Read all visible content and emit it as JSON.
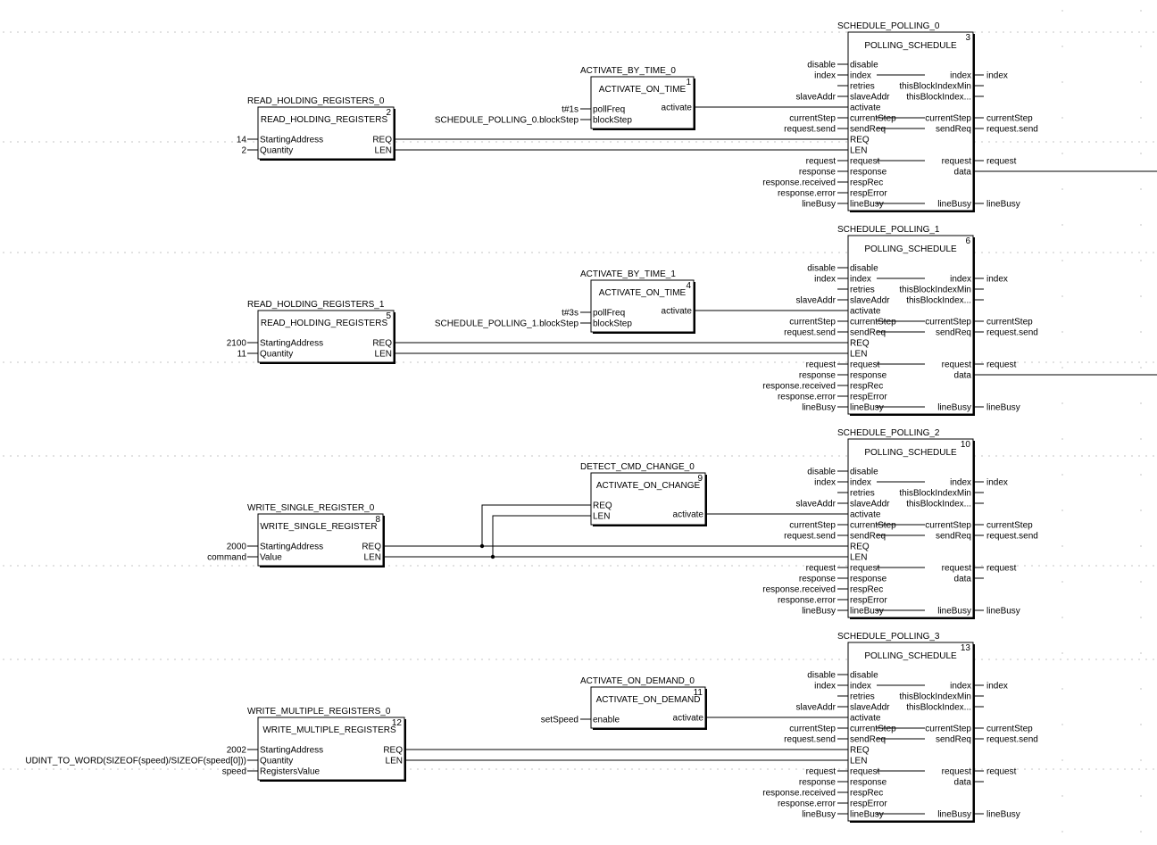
{
  "polling_groups": [
    {
      "poll_block": {
        "instance": "SCHEDULE_POLLING_0",
        "type": "POLLING_SCHEDULE",
        "number": "3",
        "in_ports": [
          "disable",
          "index",
          "retries",
          "slaveAddr",
          "activate",
          "currentStep",
          "sendReq",
          "REQ",
          "LEN",
          "request",
          "response",
          "respRec",
          "respError",
          "lineBusy"
        ],
        "out_ports": [
          "index",
          "thisBlockIndexMin",
          "thisBlockIndex...",
          "currentStep",
          "sendReq",
          "request",
          "data",
          "lineBusy"
        ],
        "in_signals": [
          "disable",
          "index",
          "",
          "slaveAddr",
          "",
          "currentStep",
          "request.send",
          "",
          "",
          "request",
          "response",
          "response.received",
          "response.error",
          "lineBusy"
        ],
        "out_signals": [
          "index",
          "",
          "",
          "currentStep",
          "request.send",
          "request",
          "",
          "lineBusy"
        ]
      },
      "trigger_block": {
        "instance": "ACTIVATE_BY_TIME_0",
        "type": "ACTIVATE_ON_TIME",
        "number": "1",
        "in_ports": [
          "pollFreq",
          "blockStep"
        ],
        "out_port": "activate",
        "in_signals": [
          "t#1s",
          "SCHEDULE_POLLING_0.blockStep"
        ]
      },
      "modbus_block": {
        "instance": "READ_HOLDING_REGISTERS_0",
        "type": "READ_HOLDING_REGISTERS",
        "number": "2",
        "in_ports": [
          "StartingAddress",
          "Quantity"
        ],
        "out_ports": [
          "REQ",
          "LEN"
        ],
        "in_signals": [
          "14",
          "2"
        ]
      }
    },
    {
      "poll_block": {
        "instance": "SCHEDULE_POLLING_1",
        "type": "POLLING_SCHEDULE",
        "number": "6",
        "in_ports": [
          "disable",
          "index",
          "retries",
          "slaveAddr",
          "activate",
          "currentStep",
          "sendReq",
          "REQ",
          "LEN",
          "request",
          "response",
          "respRec",
          "respError",
          "lineBusy"
        ],
        "out_ports": [
          "index",
          "thisBlockIndexMin",
          "thisBlockIndex...",
          "currentStep",
          "sendReq",
          "request",
          "data",
          "lineBusy"
        ],
        "in_signals": [
          "disable",
          "index",
          "",
          "slaveAddr",
          "",
          "currentStep",
          "request.send",
          "",
          "",
          "request",
          "response",
          "response.received",
          "response.error",
          "lineBusy"
        ],
        "out_signals": [
          "index",
          "",
          "",
          "currentStep",
          "request.send",
          "request",
          "",
          "lineBusy"
        ]
      },
      "trigger_block": {
        "instance": "ACTIVATE_BY_TIME_1",
        "type": "ACTIVATE_ON_TIME",
        "number": "4",
        "in_ports": [
          "pollFreq",
          "blockStep"
        ],
        "out_port": "activate",
        "in_signals": [
          "t#3s",
          "SCHEDULE_POLLING_1.blockStep"
        ]
      },
      "modbus_block": {
        "instance": "READ_HOLDING_REGISTERS_1",
        "type": "READ_HOLDING_REGISTERS",
        "number": "5",
        "in_ports": [
          "StartingAddress",
          "Quantity"
        ],
        "out_ports": [
          "REQ",
          "LEN"
        ],
        "in_signals": [
          "2100",
          "11"
        ]
      }
    },
    {
      "poll_block": {
        "instance": "SCHEDULE_POLLING_2",
        "type": "POLLING_SCHEDULE",
        "number": "10",
        "in_ports": [
          "disable",
          "index",
          "retries",
          "slaveAddr",
          "activate",
          "currentStep",
          "sendReq",
          "REQ",
          "LEN",
          "request",
          "response",
          "respRec",
          "respError",
          "lineBusy"
        ],
        "out_ports": [
          "index",
          "thisBlockIndexMin",
          "thisBlockIndex...",
          "currentStep",
          "sendReq",
          "request",
          "data",
          "lineBusy"
        ],
        "in_signals": [
          "disable",
          "index",
          "",
          "slaveAddr",
          "",
          "currentStep",
          "request.send",
          "",
          "",
          "request",
          "response",
          "response.received",
          "response.error",
          "lineBusy"
        ],
        "out_signals": [
          "index",
          "",
          "",
          "currentStep",
          "request.send",
          "request",
          "",
          "lineBusy"
        ]
      },
      "trigger_block": {
        "instance": "DETECT_CMD_CHANGE_0",
        "type": "ACTIVATE_ON_CHANGE",
        "number": "9",
        "in_ports": [
          "REQ",
          "LEN"
        ],
        "out_port": "activate",
        "in_signals": [
          "",
          ""
        ]
      },
      "modbus_block": {
        "instance": "WRITE_SINGLE_REGISTER_0",
        "type": "WRITE_SINGLE_REGISTER",
        "number": "8",
        "in_ports": [
          "StartingAddress",
          "Value"
        ],
        "out_ports": [
          "REQ",
          "LEN"
        ],
        "in_signals": [
          "2000",
          "command"
        ]
      }
    },
    {
      "poll_block": {
        "instance": "SCHEDULE_POLLING_3",
        "type": "POLLING_SCHEDULE",
        "number": "13",
        "in_ports": [
          "disable",
          "index",
          "retries",
          "slaveAddr",
          "activate",
          "currentStep",
          "sendReq",
          "REQ",
          "LEN",
          "request",
          "response",
          "respRec",
          "respError",
          "lineBusy"
        ],
        "out_ports": [
          "index",
          "thisBlockIndexMin",
          "thisBlockIndex...",
          "currentStep",
          "sendReq",
          "request",
          "data",
          "lineBusy"
        ],
        "in_signals": [
          "disable",
          "index",
          "",
          "slaveAddr",
          "",
          "currentStep",
          "request.send",
          "",
          "",
          "request",
          "response",
          "response.received",
          "response.error",
          "lineBusy"
        ],
        "out_signals": [
          "index",
          "",
          "",
          "currentStep",
          "request.send",
          "request",
          "",
          "lineBusy"
        ]
      },
      "trigger_block": {
        "instance": "ACTIVATE_ON_DEMAND_0",
        "type": "ACTIVATE_ON_DEMAND",
        "number": "11",
        "in_ports": [
          "enable"
        ],
        "out_port": "activate",
        "in_signals": [
          "setSpeed"
        ]
      },
      "modbus_block": {
        "instance": "WRITE_MULTIPLE_REGISTERS_0",
        "type": "WRITE_MULTIPLE_REGISTERS",
        "number": "12",
        "in_ports": [
          "StartingAddress",
          "Quantity",
          "RegistersValue"
        ],
        "out_ports": [
          "REQ",
          "LEN"
        ],
        "in_signals": [
          "2002",
          "UDINT_TO_WORD(SIZEOF(speed)/SIZEOF(speed[0]))",
          "speed"
        ]
      }
    }
  ]
}
